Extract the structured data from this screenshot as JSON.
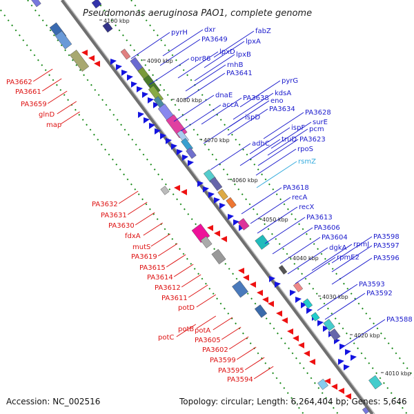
{
  "title": "Pseudomonas aeruginosa PAO1, complete genome",
  "footer": {
    "accession": "Accession: NC_002516",
    "topology": "Topology: circular; Length: 6,264,404 bp; Genes: 5,646"
  },
  "ticks": [
    "4100 kbp",
    "4090 kbp",
    "4080 kbp",
    "4070 kbp",
    "4060 kbp",
    "4050 kbp",
    "4040 kbp",
    "4030 kbp",
    "4020 kbp",
    "4010 kbp"
  ],
  "colors": {
    "blue_label": "#1a1acc",
    "red_label": "#dd1111",
    "cyan_label": "#33aadd",
    "backbone": "#777777",
    "dots": "#118811"
  },
  "labels": {
    "right": [
      "pyrH",
      "dxr",
      "PA3649",
      "fabZ",
      "lpxA",
      "opr86",
      "lpxD",
      "lpxB",
      "rnhB",
      "PA3641",
      "pyrG",
      "dnaE",
      "PA3638",
      "kdsA",
      "accA",
      "eno",
      "PA3634",
      "ispD",
      "PA3628",
      "surE",
      "ispF",
      "pcm",
      "adhC",
      "truD",
      "PA3623",
      "rpoS",
      "rsmZ",
      "PA3618",
      "recA",
      "recX",
      "PA3613",
      "PA3606",
      "PA3604",
      "dgkA",
      "rpmJ",
      "PA3598",
      "PA3597",
      "rpmE2",
      "PA3596",
      "PA3593",
      "PA3592",
      "PA3588"
    ],
    "left": [
      "PA3662",
      "PA3661",
      "PA3659",
      "glnD",
      "map",
      "PA3632",
      "PA3631",
      "PA3630",
      "fdxA",
      "mutS",
      "PA3619",
      "PA3615",
      "PA3614",
      "PA3612",
      "PA3611",
      "potD",
      "potB",
      "potA",
      "potC",
      "PA3605",
      "PA3602",
      "PA3599",
      "PA3595",
      "PA3594"
    ]
  }
}
